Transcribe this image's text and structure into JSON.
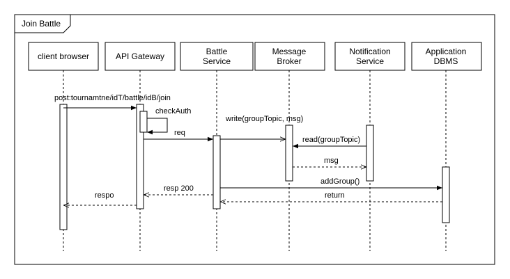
{
  "frame": {
    "title": "Join Battle"
  },
  "participants": [
    {
      "id": "client",
      "label_lines": [
        "client browser"
      ]
    },
    {
      "id": "gateway",
      "label_lines": [
        "API Gateway"
      ]
    },
    {
      "id": "battle",
      "label_lines": [
        "Battle",
        "Service"
      ]
    },
    {
      "id": "broker",
      "label_lines": [
        "Message",
        "Broker"
      ]
    },
    {
      "id": "notif",
      "label_lines": [
        "Notification",
        "Service"
      ]
    },
    {
      "id": "dbms",
      "label_lines": [
        "Application",
        "DBMS"
      ]
    }
  ],
  "messages": [
    {
      "id": "join",
      "label": "post:tournamtne/idT/battle/idB/join",
      "from": "client",
      "to": "gateway",
      "style": "sync"
    },
    {
      "id": "checkauth",
      "label": "checkAuth",
      "from": "gateway",
      "to": "gateway",
      "style": "self"
    },
    {
      "id": "req",
      "label": "req",
      "from": "gateway",
      "to": "battle",
      "style": "sync"
    },
    {
      "id": "write",
      "label": "write(groupTopic, msg)",
      "from": "battle",
      "to": "broker",
      "style": "async"
    },
    {
      "id": "read",
      "label": "read(groupTopic)",
      "from": "notif",
      "to": "broker",
      "style": "sync"
    },
    {
      "id": "msg",
      "label": "msg",
      "from": "broker",
      "to": "notif",
      "style": "return"
    },
    {
      "id": "addgroup",
      "label": "addGroup()",
      "from": "battle",
      "to": "dbms",
      "style": "sync"
    },
    {
      "id": "return",
      "label": "return",
      "from": "dbms",
      "to": "battle",
      "style": "return"
    },
    {
      "id": "resp200",
      "label": "resp 200",
      "from": "battle",
      "to": "gateway",
      "style": "return"
    },
    {
      "id": "respo",
      "label": "respo",
      "from": "gateway",
      "to": "client",
      "style": "return"
    }
  ]
}
